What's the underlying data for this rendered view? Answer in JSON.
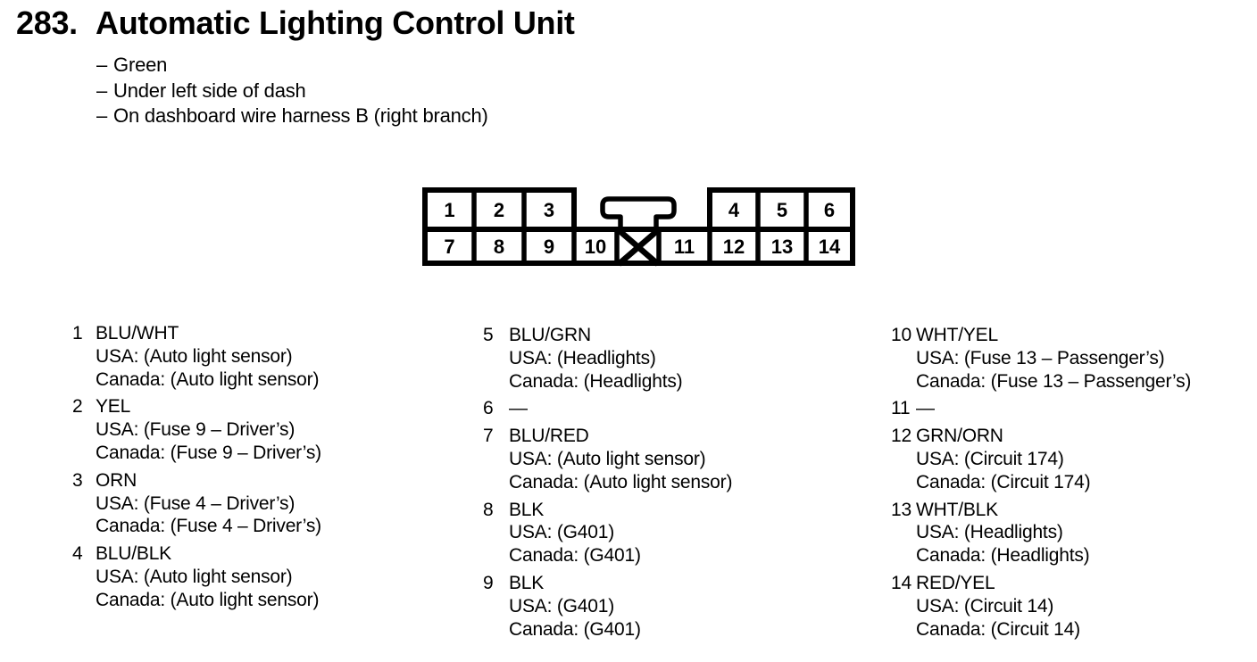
{
  "header": {
    "section_number": "283.",
    "title": "Automatic Lighting Control Unit"
  },
  "notes": [
    {
      "dash": "–",
      "text": "Green"
    },
    {
      "dash": "–",
      "text": "Under left side of dash"
    },
    {
      "dash": "–",
      "text": "On dashboard wire harness B (right branch)"
    }
  ],
  "connector": {
    "top_left": [
      "1",
      "2",
      "3"
    ],
    "top_right": [
      "4",
      "5",
      "6"
    ],
    "bottom": [
      "7",
      "8",
      "9",
      "10",
      "11",
      "12",
      "13",
      "14"
    ]
  },
  "pins": {
    "col1": [
      {
        "num": "1",
        "label": "BLU/WHT",
        "usa": "USA: (Auto light sensor)",
        "canada": "Canada: (Auto light sensor)"
      },
      {
        "num": "2",
        "label": "YEL",
        "usa": "USA: (Fuse 9 – Driver’s)",
        "canada": "Canada: (Fuse 9 – Driver’s)"
      },
      {
        "num": "3",
        "label": "ORN",
        "usa": "USA: (Fuse 4 – Driver’s)",
        "canada": "Canada: (Fuse 4 – Driver’s)"
      },
      {
        "num": "4",
        "label": "BLU/BLK",
        "usa": "USA: (Auto light sensor)",
        "canada": "Canada: (Auto light sensor)"
      }
    ],
    "col2": [
      {
        "num": "5",
        "label": "BLU/GRN",
        "usa": "USA: (Headlights)",
        "canada": "Canada: (Headlights)"
      },
      {
        "num": "6",
        "label": "—"
      },
      {
        "num": "7",
        "label": "BLU/RED",
        "usa": "USA: (Auto light sensor)",
        "canada": "Canada: (Auto light sensor)"
      },
      {
        "num": "8",
        "label": "BLK",
        "usa": "USA: (G401)",
        "canada": "Canada: (G401)"
      },
      {
        "num": "9",
        "label": "BLK",
        "usa": "USA: (G401)",
        "canada": "Canada: (G401)"
      }
    ],
    "col3": [
      {
        "num": "10",
        "label": "WHT/YEL",
        "usa": "USA: (Fuse 13 – Passenger’s)",
        "canada": "Canada: (Fuse 13 – Passenger’s)"
      },
      {
        "num": "11",
        "label": "—"
      },
      {
        "num": "12",
        "label": "GRN/ORN",
        "usa": "USA: (Circuit 174)",
        "canada": "Canada: (Circuit 174)"
      },
      {
        "num": "13",
        "label": "WHT/BLK",
        "usa": "USA: (Headlights)",
        "canada": "Canada: (Headlights)"
      },
      {
        "num": "14",
        "label": "RED/YEL",
        "usa": "USA: (Circuit 14)",
        "canada": "Canada: (Circuit 14)"
      }
    ]
  }
}
